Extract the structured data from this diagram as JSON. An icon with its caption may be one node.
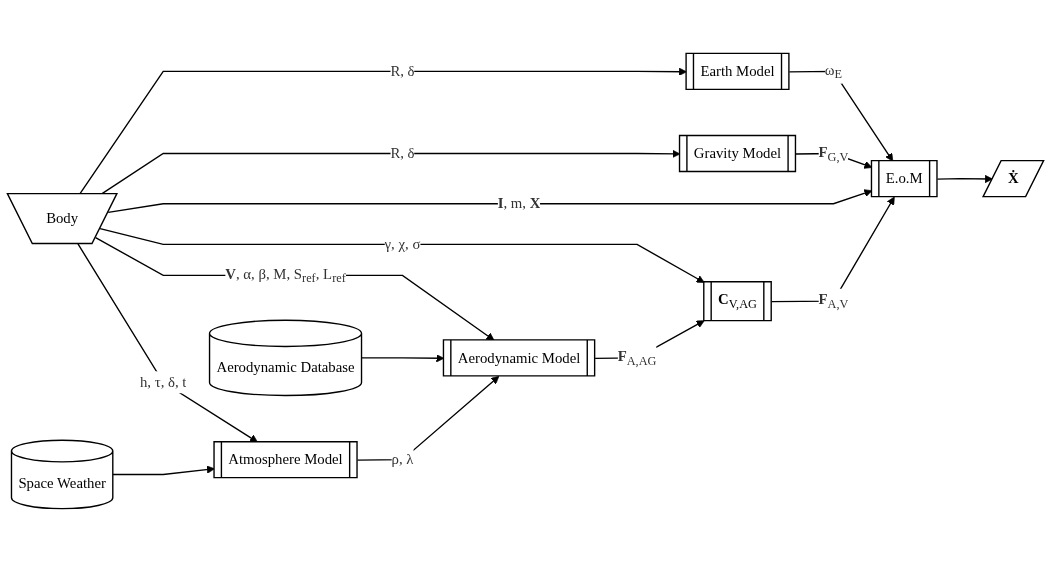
{
  "diagram": {
    "nodes": [
      {
        "text": [
          "Earth Model"
        ]
      },
      {
        "text": [
          "Gravity Model"
        ]
      },
      {
        "text": [
          "Body"
        ]
      },
      {
        "text": [
          "E.o.M"
        ]
      },
      {
        "text": [
          "**Ẋ**"
        ]
      },
      {
        "text": [
          "**C**$_{V,AG}$"
        ]
      },
      {
        "text": [
          "Aerodynamic Model"
        ]
      },
      {
        "text": [
          "Aerodynamic Database"
        ]
      },
      {
        "text": [
          "Atmosphere Model"
        ]
      },
      {
        "text": [
          "Space Weather"
        ]
      }
    ],
    "edges": [
      {
        "from": 2,
        "to": 0,
        "arrow": "to",
        "label": "R, δ"
      },
      {
        "from": 2,
        "to": 1,
        "arrow": "to",
        "label": "R, δ"
      },
      {
        "from": 0,
        "to": 3,
        "arrow": "to",
        "label": "ω$_{E}$"
      },
      {
        "from": 1,
        "to": 3,
        "arrow": "to",
        "label": "**F**$_{G,V}$"
      },
      {
        "from": 2,
        "to": 3,
        "arrow": "to",
        "label": "**I**, m, **X**"
      },
      {
        "from": 3,
        "to": 4,
        "arrow": "to"
      },
      {
        "from": 2,
        "to": 5,
        "arrow": "to",
        "label": "γ, χ, σ"
      },
      {
        "from": 5,
        "to": 3,
        "arrow": "to",
        "label": "**F**$_{A,V}$"
      },
      {
        "from": 2,
        "to": 6,
        "arrow": "to",
        "label": "**V**, α, β, M, S$_{ref}$, L$_{ref}$"
      },
      {
        "from": 6,
        "to": 5,
        "arrow": "to",
        "label": "**F**$_{A,AG}$"
      },
      {
        "from": 7,
        "to": 6,
        "arrow": "to"
      },
      {
        "from": 2,
        "to": 8,
        "arrow": "to",
        "label": "h, τ, δ, t"
      },
      {
        "from": 8,
        "to": 6,
        "arrow": "to",
        "label": "ρ, λ"
      },
      {
        "from": 9,
        "to": 8,
        "arrow": "to"
      }
    ]
  }
}
